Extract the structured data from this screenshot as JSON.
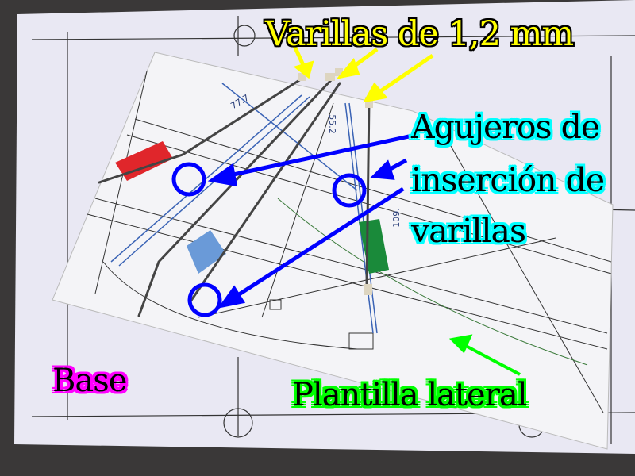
{
  "labels": {
    "rods": "Varillas de 1,2 mm",
    "holes_line1": "Agujeros de",
    "holes_line2": "inserción de",
    "holes_line3": "varillas",
    "base": "Base",
    "template": "Plantilla lateral"
  },
  "dimensions": [
    "77.7",
    "55.2",
    "109."
  ],
  "colors": {
    "rods_label": "#ffff00",
    "holes_label": "#00ffff",
    "base_label": "#ff00ff",
    "template_label": "#00ff00",
    "hole_markers": "#0000ff"
  }
}
